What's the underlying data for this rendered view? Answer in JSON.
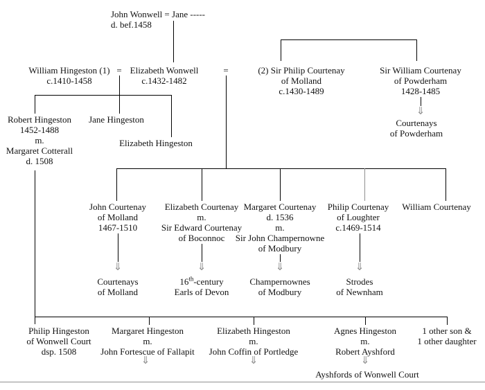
{
  "meta": {
    "diagram_type": "family-tree",
    "line_color": "#000000",
    "divider_color": "#8f8f8f",
    "arrow_color": "#8c8c8c"
  },
  "arrow": {
    "glyph": "⇓"
  },
  "nodes": {
    "john_wonwell": {
      "lines": [
        "John Wonwell = Jane -----",
        "d. bef.1458"
      ]
    },
    "william_hingeston": {
      "lines": [
        "William Hingeston (1)",
        "c.1410-1458"
      ]
    },
    "eq_first_marriage": {
      "text": "="
    },
    "elizabeth_wonwell": {
      "lines": [
        "Elizabeth Wonwell",
        "c.1432-1482"
      ]
    },
    "eq_second_marriage": {
      "text": "="
    },
    "philip_courtenay_of_molland": {
      "lines": [
        "(2) Sir Philip Courtenay",
        "of Molland",
        "c.1430-1489"
      ]
    },
    "william_courtenay_of_powderham": {
      "lines": [
        "Sir William Courtenay",
        "of Powderham",
        "1428-1485"
      ]
    },
    "courtenays_of_powderham": {
      "lines": [
        "Courtenays",
        "of Powderham"
      ]
    },
    "robert_hingeston": {
      "lines": [
        "Robert Hingeston",
        "1452-1488",
        "m.",
        "Margaret Cotterall",
        "d. 1508"
      ]
    },
    "jane_hingeston": {
      "lines": [
        "Jane Hingeston"
      ]
    },
    "elizabeth_hingeston": {
      "lines": [
        "Elizabeth Hingeston"
      ]
    },
    "john_courtenay": {
      "lines": [
        "John Courtenay",
        "of Molland",
        "1467-1510"
      ]
    },
    "elizabeth_courtenay": {
      "lines": [
        "Elizabeth Courtenay",
        "m.",
        "Sir Edward Courtenay",
        "of Boconnoc"
      ]
    },
    "margaret_courtenay": {
      "lines": [
        "Margaret Courtenay",
        "d. 1536",
        "m.",
        "Sir John Champernowne",
        "of Modbury"
      ]
    },
    "philip_courtenay_of_loughter": {
      "lines": [
        "Philip Courtenay",
        "of Loughter",
        "c.1469-1514"
      ]
    },
    "william_courtenay": {
      "lines": [
        "William Courtenay"
      ]
    },
    "courtenays_of_molland": {
      "lines": [
        "Courtenays",
        "of Molland"
      ]
    },
    "earls_of_devon": {
      "line1_num": "16",
      "line1_sup": "th",
      "line1_rest": "-century",
      "line2": "Earls of Devon"
    },
    "champernownes_of_modbury": {
      "lines": [
        "Champernownes",
        "of Modbury"
      ]
    },
    "strodes_of_newnham": {
      "lines": [
        "Strodes",
        "of Newnham"
      ]
    },
    "philip_hingeston": {
      "lines": [
        "Philip Hingeston",
        "of Wonwell Court",
        "dsp. 1508"
      ]
    },
    "margaret_hingeston": {
      "lines": [
        "Margaret Hingeston",
        "m.",
        "John Fortescue of Fallapit"
      ]
    },
    "elizabeth_hingeston_jr": {
      "lines": [
        "Elizabeth Hingeston",
        "m.",
        "John Coffin of Portledge"
      ]
    },
    "agnes_hingeston": {
      "lines": [
        "Agnes Hingeston",
        "m.",
        "Robert Ayshford"
      ]
    },
    "other_children": {
      "lines": [
        "1 other son &",
        "1 other daughter"
      ]
    },
    "ayshfords_of_wonwell_court": {
      "lines": [
        "Ayshfords of Wonwell Court"
      ]
    }
  }
}
